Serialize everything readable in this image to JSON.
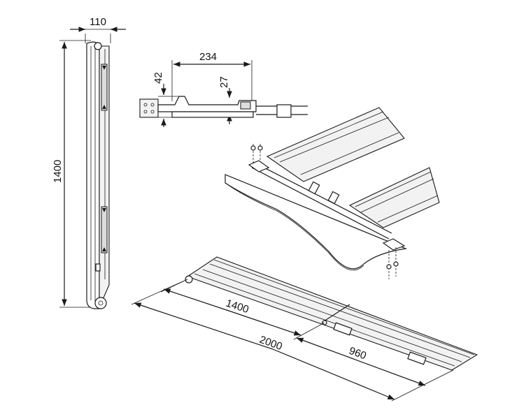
{
  "dimensions": {
    "rail_width": "110",
    "rail_height": "1400",
    "section_width": "234",
    "section_height_42": "42",
    "section_height_27": "27",
    "ramp_section_length": "1400",
    "ramp_total_length": "2000",
    "ramp_extension_length": "960"
  },
  "colors": {
    "line": "#1a1a1a",
    "fill_light": "#f2f2f2",
    "fill_mid": "#dcdcdc"
  }
}
